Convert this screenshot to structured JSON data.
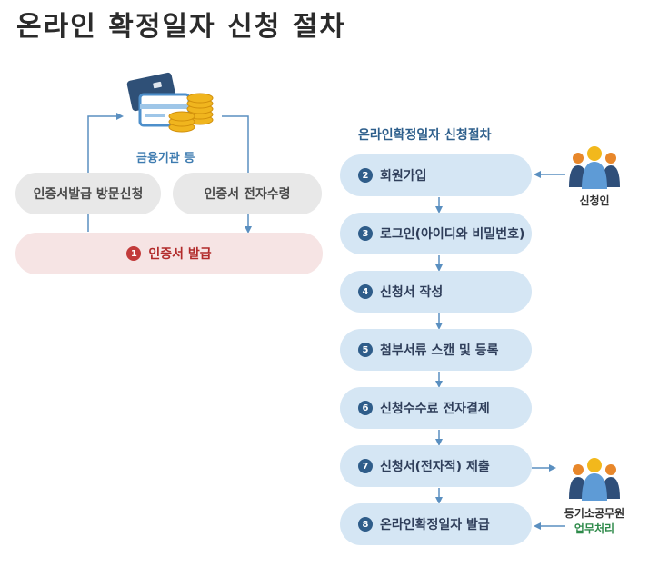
{
  "title": "온라인 확정일자 신청 절차",
  "left": {
    "bank_label": "금융기관 등",
    "visit_label": "인증서발급 방문신청",
    "receive_label": "인증서 전자수령",
    "issue": {
      "num": "1",
      "label": "인증서 발급"
    }
  },
  "right": {
    "flow_title": "온라인확정일자 신청절차",
    "steps": [
      {
        "num": "2",
        "label": "회원가입"
      },
      {
        "num": "3",
        "label": "로그인(아이디와 비밀번호)"
      },
      {
        "num": "4",
        "label": "신청서 작성"
      },
      {
        "num": "5",
        "label": "첨부서류 스캔 및 등록"
      },
      {
        "num": "6",
        "label": "신청수수료 전자결제"
      },
      {
        "num": "7",
        "label": "신청서(전자적) 제출"
      },
      {
        "num": "8",
        "label": "온라인확정일자 발급"
      }
    ],
    "applicant_label": "신청인",
    "officer_label": "등기소공무원",
    "officer_sub": "업무처리"
  },
  "colors": {
    "line": "#5a8fc0",
    "step_bg": "#d5e6f4",
    "gray_bg": "#e8e8e8",
    "issue_bg": "#f6e4e4",
    "accent_red": "#c23b3b",
    "accent_navy": "#2f5d8a"
  }
}
